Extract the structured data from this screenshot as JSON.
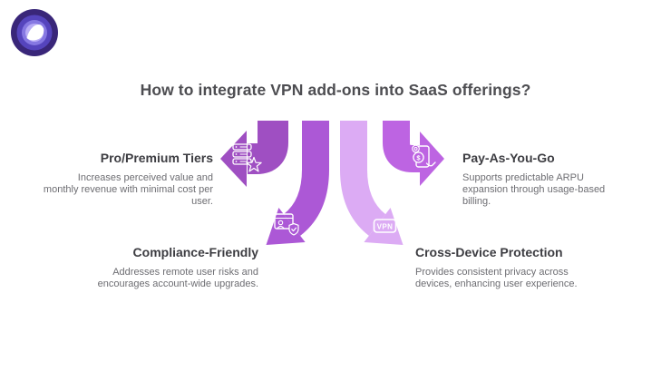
{
  "title": "How to integrate VPN add-ons into SaaS offerings?",
  "logo": {
    "outer_color": "#392679",
    "ring2_color": "#5544bd",
    "ring3_color": "#8678e2",
    "ring4_color": "#b9adf6",
    "pick_color": "#ffffff"
  },
  "sections": {
    "pro_premium": {
      "heading": "Pro/Premium Tiers",
      "body": "Increases perceived value and monthly revenue with minimal cost per user.",
      "arrow_color": "#9f4fc2",
      "icon": "server-star-icon"
    },
    "pay_go": {
      "heading": "Pay-As-You-Go",
      "body": "Supports predictable ARPU expansion through usage-based billing.",
      "arrow_color": "#bd64e2",
      "icon": "mobile-payment-icon"
    },
    "compliance": {
      "heading": "Compliance-Friendly",
      "body": "Addresses remote user risks and encourages account-wide upgrades.",
      "arrow_color": "#ac58d6",
      "icon": "browser-shield-icon"
    },
    "cross_device": {
      "heading": "Cross-Device Protection",
      "body": "Provides consistent privacy across devices, enhancing user experience.",
      "arrow_color": "#dcabf4",
      "icon": "vpn-badge-icon",
      "badge_label": "VPN"
    }
  },
  "icons": {
    "dollar_sign": "$"
  }
}
